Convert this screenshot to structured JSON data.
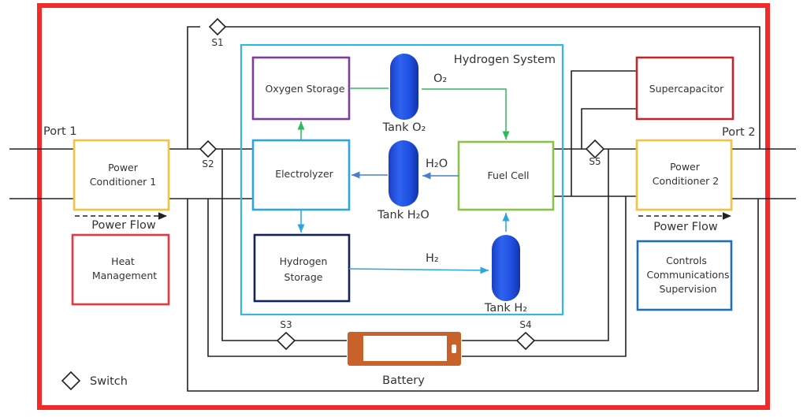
{
  "diagram": {
    "outer_frame_color": "#f22a2a",
    "hydrogen_system": {
      "title": "Hydrogen System",
      "border_color": "#33b5e5",
      "components": {
        "oxygen_storage": {
          "label": "Oxygen Storage",
          "color": "#7a3ea0"
        },
        "electrolyzer": {
          "label": "Electrolyzer",
          "color": "#2ba6de"
        },
        "hydrogen_storage": {
          "label_line1": "Hydrogen",
          "label_line2": "Storage",
          "color": "#13235e"
        },
        "fuel_cell": {
          "label": "Fuel Cell",
          "color": "#8ac24a"
        }
      },
      "tanks": {
        "o2": {
          "label": "Tank O₂",
          "flow_label": "O₂"
        },
        "h2o": {
          "label": "Tank H₂O",
          "flow_label": "H₂O"
        },
        "h2": {
          "label": "Tank H₂",
          "flow_label": "H₂"
        }
      },
      "tank_color": "#1f4fe0",
      "flow_colors": {
        "oxygen": "#2eb85c",
        "water": "#4a7fd0",
        "hydrogen": "#2ba6de"
      }
    },
    "ports": {
      "port1": "Port 1",
      "port2": "Port 2"
    },
    "power_conditioner_1": {
      "line1": "Power",
      "line2": "Conditioner 1",
      "color": "#f7c244"
    },
    "power_conditioner_2": {
      "line1": "Power",
      "line2": "Conditioner 2",
      "color": "#f7c244"
    },
    "power_flow_left": "Power Flow",
    "power_flow_right": "Power Flow",
    "heat_management": {
      "line1": "Heat",
      "line2": "Management",
      "color": "#e8383d"
    },
    "supercapacitor": {
      "label": "Supercapacitor",
      "color": "#c0272d"
    },
    "controls": {
      "line1": "Controls",
      "line2": "Communications",
      "line3": "Supervision",
      "color": "#1f6fb8"
    },
    "battery": {
      "label": "Battery",
      "color": "#c8622a"
    },
    "switches": {
      "s1": "S1",
      "s2": "S2",
      "s3": "S3",
      "s4": "S4",
      "s5": "S5"
    },
    "legend": {
      "switch_label": "Switch"
    }
  }
}
